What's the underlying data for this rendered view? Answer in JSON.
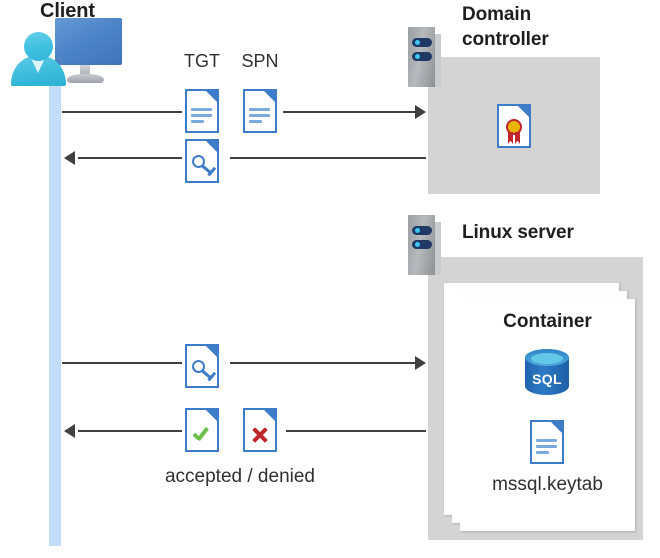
{
  "diagram": {
    "title_client": "Client",
    "title_domain_controller": "Domain\ncontroller",
    "title_domain_controller_line1": "Domain",
    "title_domain_controller_line2": "controller",
    "title_linux_server": "Linux server",
    "title_container": "Container",
    "keytab_label": "mssql.keytab",
    "sql_label": "SQL",
    "accepted_denied_label": "accepted / denied",
    "doc_labels": {
      "tgt": "TGT",
      "spn": "SPN"
    },
    "icons": {
      "client_monitor": "monitor-icon",
      "client_person": "user-icon",
      "server_rack": "server-icon",
      "document": "document-icon",
      "key_document": "key-document-icon",
      "certificate": "certificate-document-icon",
      "accepted": "check-document-icon",
      "denied": "cross-document-icon",
      "database": "sql-database-icon",
      "keytab": "keytab-document-icon"
    },
    "flows": [
      {
        "id": "flow-1",
        "direction": "right",
        "from": "client",
        "to": "domain-controller",
        "payload": "TGT + SPN"
      },
      {
        "id": "flow-2",
        "direction": "left",
        "from": "domain-controller",
        "to": "client",
        "payload": "key"
      },
      {
        "id": "flow-3",
        "direction": "right",
        "from": "client",
        "to": "linux-server",
        "payload": "key"
      },
      {
        "id": "flow-4",
        "direction": "left",
        "from": "linux-server",
        "to": "client",
        "payload": "accepted / denied"
      }
    ],
    "colors": {
      "accent_blue": "#3d7cc9",
      "panel_gray": "#d4d4d4",
      "lifeline_blue": "#c3dcfa",
      "server_navy": "#1f3864",
      "server_dot_cyan": "#3fc7f4",
      "check_green": "#6cc04a",
      "cross_red": "#c0272d",
      "certificate_gold": "#ffd400",
      "sql_blue": "#2d7ac4",
      "arrow_gray": "#404040",
      "text_dark": "#1f1f1f"
    }
  }
}
